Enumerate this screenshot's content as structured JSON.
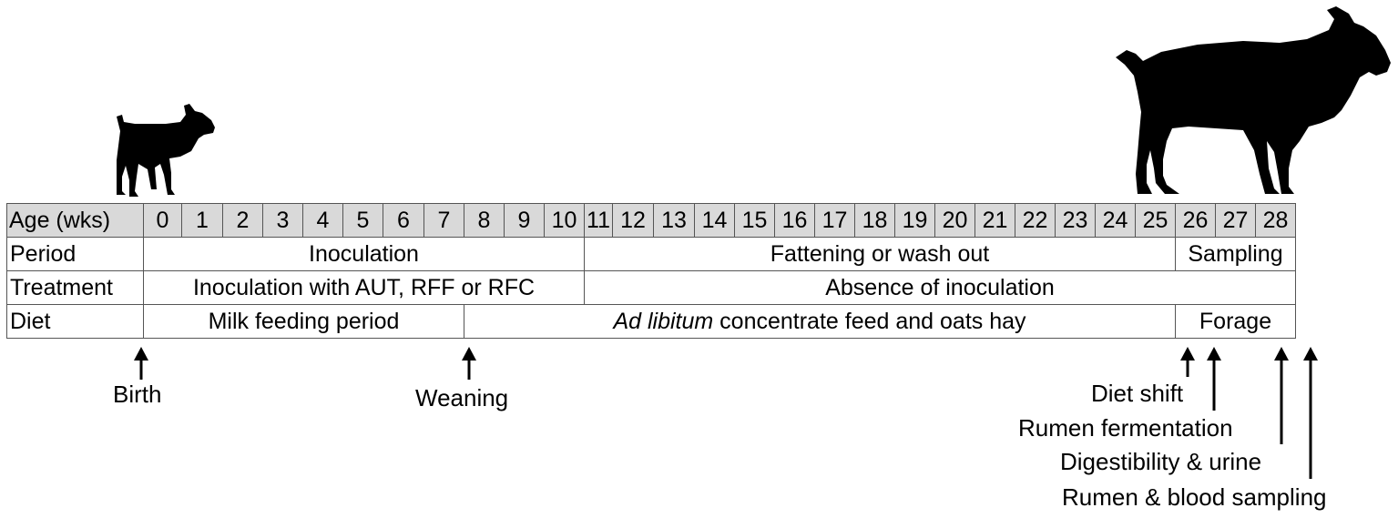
{
  "table": {
    "age_label": "Age (wks)",
    "weeks": [
      "0",
      "1",
      "2",
      "3",
      "4",
      "5",
      "6",
      "7",
      "8",
      "9",
      "10",
      "11",
      "12",
      "13",
      "14",
      "15",
      "16",
      "17",
      "18",
      "19",
      "20",
      "21",
      "22",
      "23",
      "24",
      "25",
      "26",
      "27",
      "28"
    ],
    "rows": [
      {
        "label": "Period",
        "segments": [
          {
            "text": "Inoculation",
            "span": 11
          },
          {
            "text": "Fattening or wash out",
            "span": 15
          },
          {
            "text": "Sampling",
            "span": 3
          }
        ]
      },
      {
        "label": "Treatment",
        "segments": [
          {
            "text": "Inoculation with AUT, RFF or RFC",
            "span": 11
          },
          {
            "text": "Absence of inoculation",
            "span": 18
          }
        ]
      },
      {
        "label": "Diet",
        "segments": [
          {
            "text": "Milk feeding period",
            "span": 8
          },
          {
            "italic": "Ad libitum",
            "text": " concentrate feed and oats hay",
            "span": 18
          },
          {
            "text": "Forage",
            "span": 3
          }
        ]
      }
    ]
  },
  "annotations": {
    "birth": "Birth",
    "weaning": "Weaning",
    "diet_shift": "Diet shift",
    "rumen_fermentation": "Rumen fermentation",
    "digestibility_urine": "Digestibility & urine",
    "rumen_blood_sampling": "Rumen & blood sampling"
  },
  "icons": {
    "kid": "goat-kid-silhouette-icon",
    "adult": "adult-goat-silhouette-icon",
    "arrow": "up-arrow-icon"
  }
}
